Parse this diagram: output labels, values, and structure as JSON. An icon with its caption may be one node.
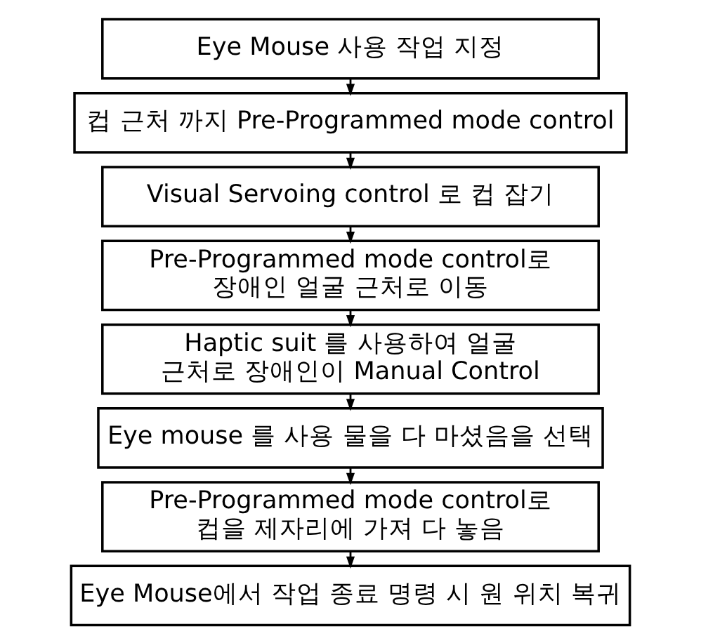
{
  "diagram": {
    "nodes": [
      {
        "text": [
          "Eye Mouse 사용 작업 지정"
        ]
      },
      {
        "text": [
          "컵 근처 까지 Pre-Programmed mode control"
        ]
      },
      {
        "text": [
          "Visual Servoing control 로 컵 잡기"
        ]
      },
      {
        "text": [
          "Pre-Programmed mode control로 장애인 얼굴 근처로 이동"
        ]
      },
      {
        "text": [
          "Haptic suit 를 사용하여 얼굴 근처로 장애인이 Manual Control"
        ]
      },
      {
        "text": [
          "Eye mouse 를 사용 물을 다 마셨음을 선택"
        ]
      },
      {
        "text": [
          "Pre-Programmed mode control로 컵을 제자리에 가져 다 놓음"
        ]
      },
      {
        "text": [
          "Eye Mouse에서 작업 종료 명령 시 원 위치 복귀"
        ]
      }
    ],
    "edges": [
      {
        "from": 0,
        "to": 1,
        "arrow": "to"
      },
      {
        "from": 1,
        "to": 2,
        "arrow": "to"
      },
      {
        "from": 2,
        "to": 3,
        "arrow": "to"
      },
      {
        "from": 3,
        "to": 4,
        "arrow": "to"
      },
      {
        "from": 4,
        "to": 5,
        "arrow": "to"
      },
      {
        "from": 5,
        "to": 6,
        "arrow": "to"
      },
      {
        "from": 6,
        "to": 7,
        "arrow": "to"
      }
    ]
  }
}
